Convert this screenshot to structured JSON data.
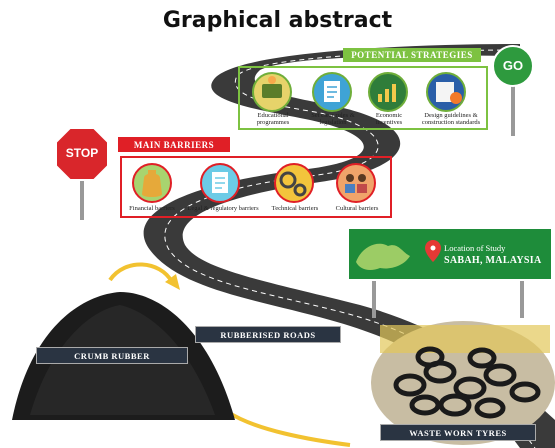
{
  "title": "Graphical abstract",
  "signs": {
    "stop": "STOP",
    "go": "GO"
  },
  "potential_strategies": {
    "heading": "POTENTIAL STRATEGIES",
    "items": [
      {
        "label": "Educational programmes",
        "icon": "education-icon"
      },
      {
        "label": "Set clear rules & legislation",
        "icon": "rules-document-icon"
      },
      {
        "label": "Economic incentives",
        "icon": "economic-growth-icon"
      },
      {
        "label": "Design guidelines & construction standards",
        "icon": "guidelines-book-icon"
      }
    ]
  },
  "main_barriers": {
    "heading": "MAIN BARRIERS",
    "items": [
      {
        "label": "Financial barriers",
        "icon": "money-bag-icon"
      },
      {
        "label": "Legal & regulatory barriers",
        "icon": "legal-document-icon"
      },
      {
        "label": "Technical barriers",
        "icon": "gears-icon"
      },
      {
        "label": "Cultural barriers",
        "icon": "people-culture-icon"
      }
    ]
  },
  "location": {
    "line1": "Location of Study",
    "line2": "SABAH, MALAYSIA"
  },
  "labels": {
    "rubberised_roads": "RUBBERISED ROADS",
    "crumb_rubber": "CRUMB RUBBER",
    "waste_worn_tyres": "WASTE WORN TYRES"
  },
  "colors": {
    "strategies_green": "#7dc241",
    "barriers_red": "#e01f26",
    "sign_green": "#1e8c3a",
    "stop_red": "#d9262b",
    "road": "#3a3a3a",
    "arrow_yellow": "#f2c230"
  }
}
